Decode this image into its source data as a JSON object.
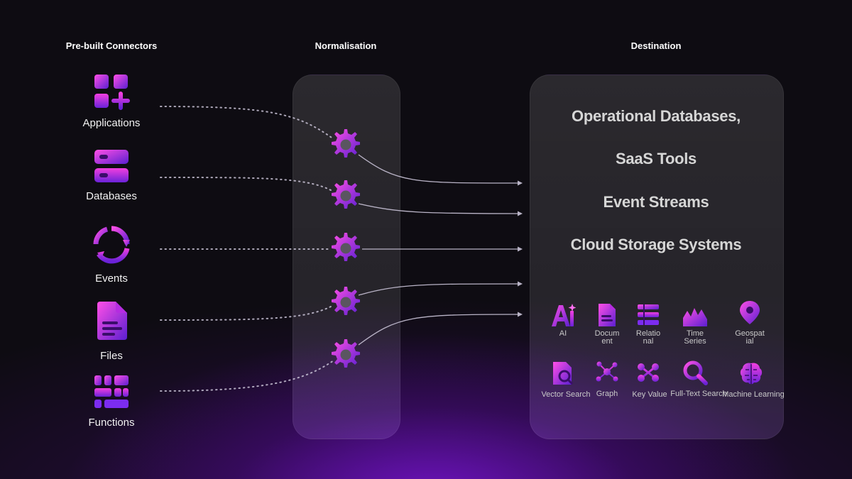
{
  "columns": {
    "sources_title": "Pre-built Connectors",
    "normalisation_title": "Normalisation",
    "destination_title": "Destination"
  },
  "sources": [
    {
      "label": "Applications",
      "icon": "grid-apps-icon"
    },
    {
      "label": "Databases",
      "icon": "database-icon"
    },
    {
      "label": "Events",
      "icon": "cycle-arrows-icon"
    },
    {
      "label": "Files",
      "icon": "file-icon"
    },
    {
      "label": "Functions",
      "icon": "functions-grid-icon"
    }
  ],
  "normalisation": {
    "icon": "gear-icon",
    "count": 5
  },
  "destinations": [
    "Operational Databases,",
    "SaaS Tools",
    "Event Streams",
    "Cloud Storage Systems"
  ],
  "database_types": [
    {
      "label": "AI",
      "icon": "ai-icon"
    },
    {
      "label": "Docum\nent",
      "icon": "document-icon"
    },
    {
      "label": "Relatio\nnal",
      "icon": "relational-icon"
    },
    {
      "label": "Time\nSeries",
      "icon": "time-series-icon"
    },
    {
      "label": "Geospat\nial",
      "icon": "location-pin-icon"
    },
    {
      "label": "Vector Search",
      "icon": "vector-search-icon"
    },
    {
      "label": "Graph",
      "icon": "graph-icon"
    },
    {
      "label": "Key Value",
      "icon": "key-value-icon"
    },
    {
      "label": "Full-Text Search",
      "icon": "magnifier-icon"
    },
    {
      "label": "Machine Learning",
      "icon": "brain-icon"
    }
  ],
  "colors": {
    "accent_magenta": "#e22bd6",
    "accent_purple": "#7b2cf0",
    "background": "#0e0c12",
    "connector_line": "#c9c3d6"
  }
}
